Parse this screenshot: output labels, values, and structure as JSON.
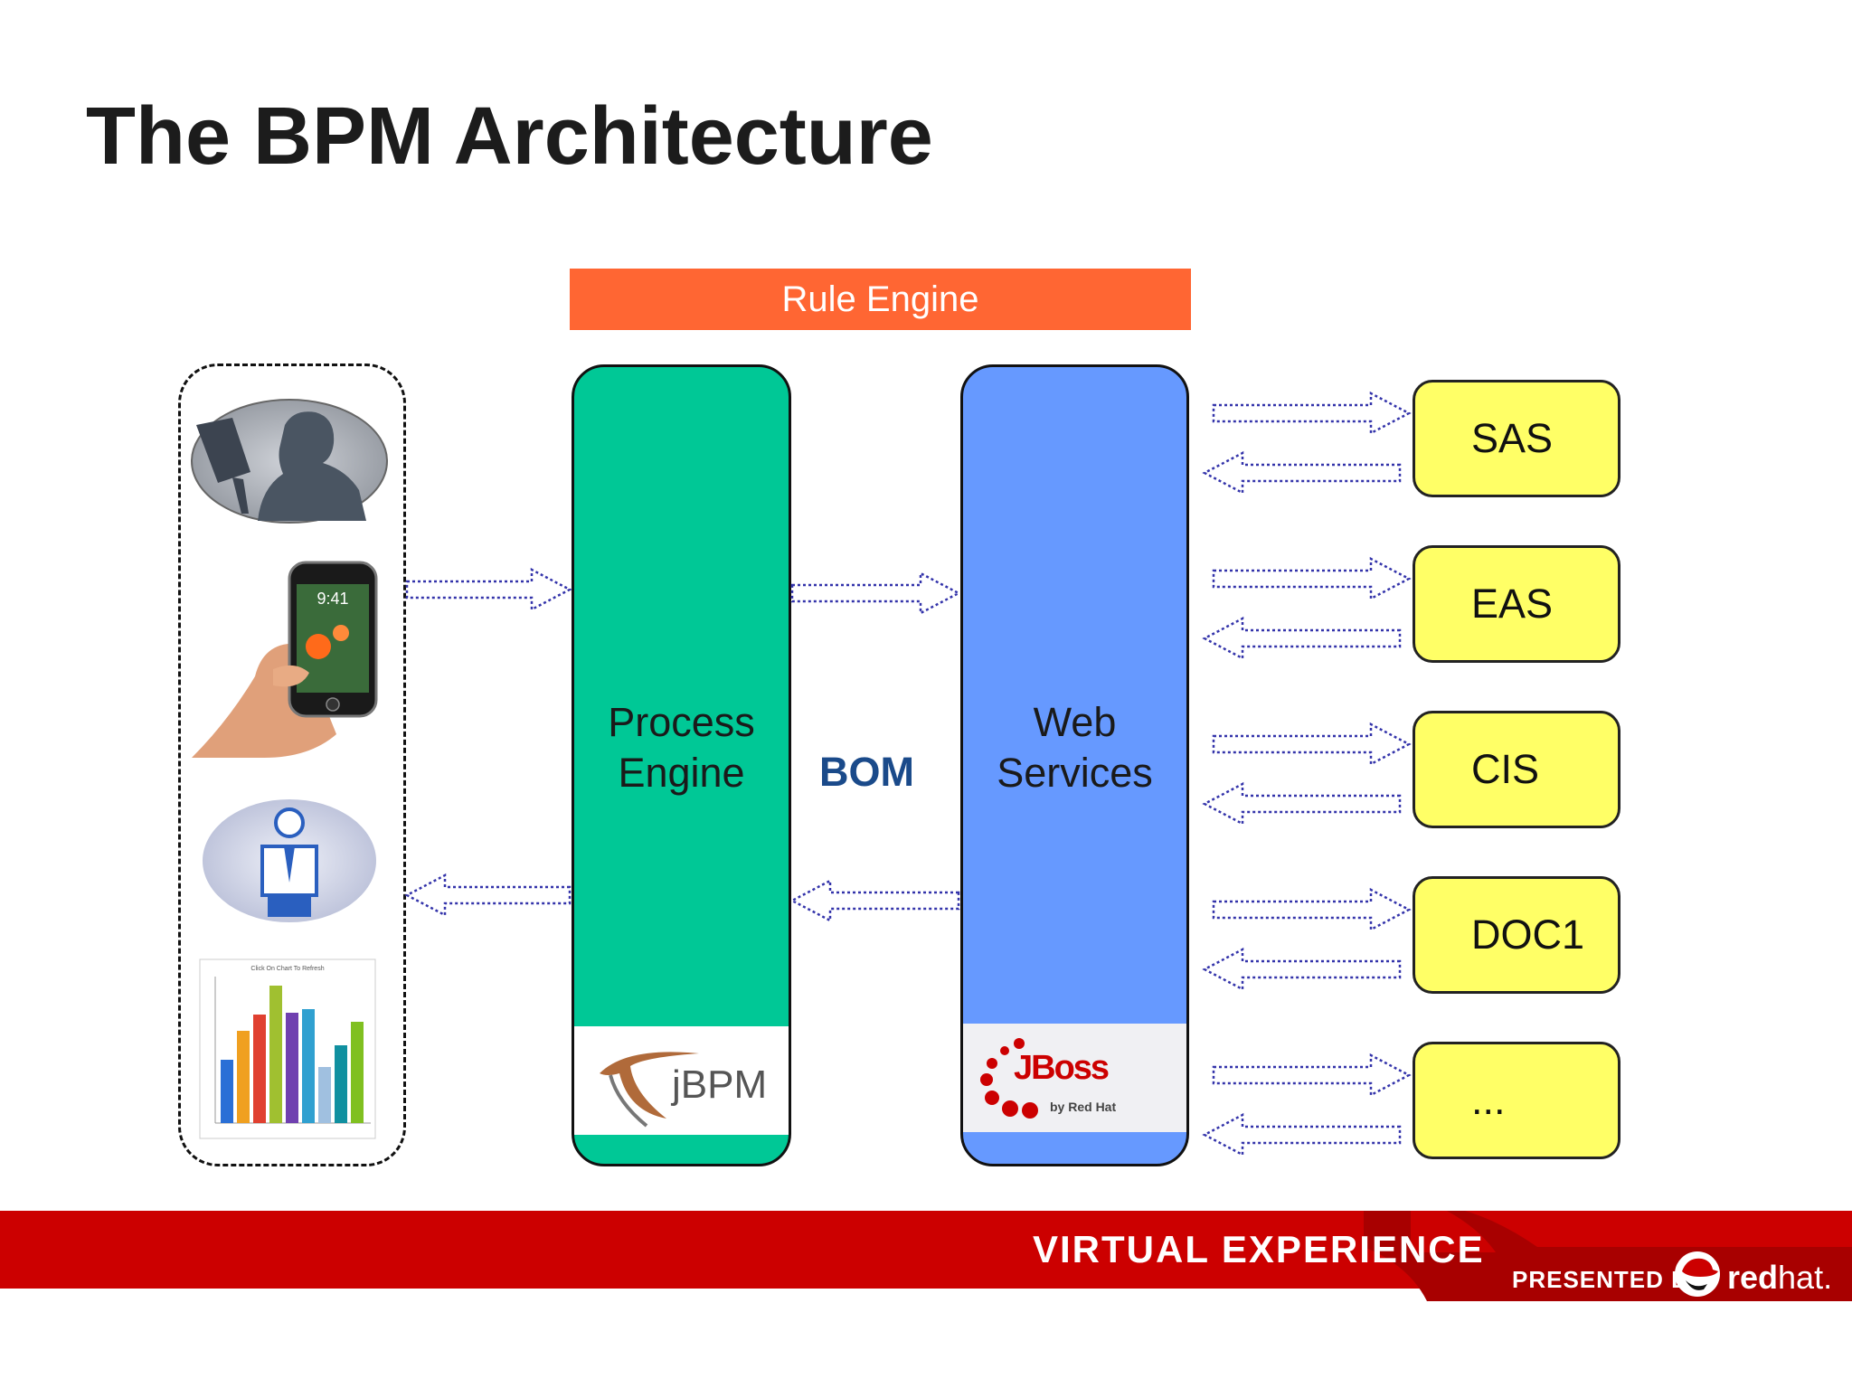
{
  "title": "The BPM Architecture",
  "rule_engine": "Rule Engine",
  "process_engine": {
    "line1": "Process",
    "line2": "Engine",
    "logo_text": "jBPM"
  },
  "bom": "BOM",
  "web_services": {
    "line1": "Web",
    "line2": "Services",
    "logo_text": "JBoss",
    "logo_sub": "by Red Hat"
  },
  "systems": [
    "SAS",
    "EAS",
    "CIS",
    "DOC1",
    "..."
  ],
  "phone_time": "9:41",
  "chart_thumb_title": "Click On Chart To Refresh",
  "footer": {
    "virtual_experience": "VIRTUAL EXPERIENCE",
    "presented_by": "PRESENTED BY",
    "brand_bold": "red",
    "brand_light": "hat."
  },
  "colors": {
    "rule_engine": "#ff6633",
    "process_engine": "#00c896",
    "web_services": "#6699ff",
    "system_box": "#ffff66",
    "footer": "#cc0000",
    "arrow": "#3333aa",
    "bom": "#1a4a8a"
  }
}
